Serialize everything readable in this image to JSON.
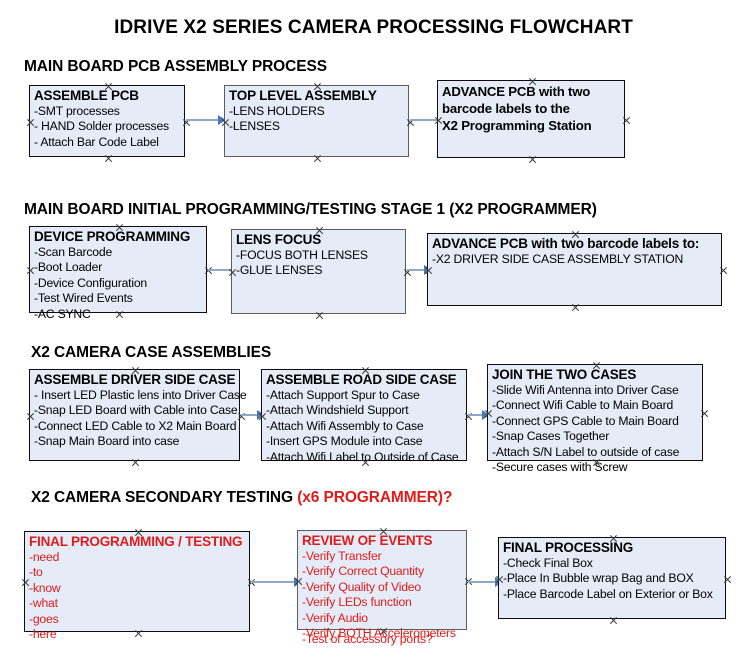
{
  "document": {
    "title": "IDRIVE X2  SERIES CAMERA PROCESSING FLOWCHART"
  },
  "sections": [
    {
      "id": "main-board-pcb-assembly",
      "heading": "MAIN BOARD PCB ASSEMBLY PROCESS",
      "heading_accent": "",
      "boxes": [
        {
          "id": "assemble-pcb",
          "title": "ASSEMBLE PCB",
          "lines": [
            "-SMT processes",
            "- HAND Solder processes",
            "- Attach Bar Code Label"
          ],
          "bold_lines": false,
          "color": "dark"
        },
        {
          "id": "top-level-assembly",
          "title": "TOP LEVEL ASSEMBLY",
          "lines": [
            "-LENS HOLDERS",
            "-LENSES"
          ],
          "bold_lines": false,
          "color": "gray"
        },
        {
          "id": "advance-pcb-programming-station",
          "title": "ADVANCE PCB with two",
          "lines": [
            "barcode labels to the",
            " X2 Programming Station"
          ],
          "bold_lines": true,
          "color": "dark"
        }
      ]
    },
    {
      "id": "main-board-initial-programming",
      "heading": "MAIN BOARD INITIAL PROGRAMMING/TESTING STAGE 1 (X2 PROGRAMMER)",
      "heading_accent": "",
      "boxes": [
        {
          "id": "device-programming",
          "title": "DEVICE PROGRAMMING",
          "lines": [
            "-Scan Barcode",
            "-Boot Loader",
            "-Device Configuration",
            "-Test Wired Events",
            "-AC SYNC"
          ],
          "bold_lines": false,
          "color": "dark"
        },
        {
          "id": "lens-focus",
          "title": "LENS FOCUS",
          "lines": [
            "-FOCUS BOTH LENSES",
            "-GLUE LENSES"
          ],
          "bold_lines": false,
          "color": "gray"
        },
        {
          "id": "advance-pcb-driver-side-station",
          "title": "ADVANCE PCB with two barcode labels to:",
          "lines": [
            "-X2 DRIVER  SIDE  CASE  ASSEMBLY STATION"
          ],
          "bold_lines": false,
          "color": "dark"
        }
      ]
    },
    {
      "id": "x2-camera-case-assemblies",
      "heading": "X2 CAMERA CASE ASSEMBLIES",
      "heading_accent": "",
      "boxes": [
        {
          "id": "assemble-driver-side-case",
          "title": "ASSEMBLE DRIVER SIDE CASE",
          "lines": [
            "- Insert LED Plastic lens into Driver Case",
            "-Snap LED Board with Cable into Case",
            "-Connect LED Cable to X2 Main Board",
            "-Snap Main Board into case"
          ],
          "bold_lines": false,
          "color": "dark"
        },
        {
          "id": "assemble-road-side-case",
          "title": "ASSEMBLE ROAD SIDE CASE",
          "lines": [
            "-Attach Support Spur to Case",
            "-Attach Windshield Support",
            "-Attach Wifi Assembly to Case",
            "-Insert GPS Module into Case",
            "-Attach Wifi Label to Outside of Case"
          ],
          "bold_lines": false,
          "color": "dark"
        },
        {
          "id": "join-the-two-cases",
          "title": "JOIN THE TWO CASES",
          "lines": [
            "-Slide Wifi Antenna into Driver Case",
            "-Connect Wifi Cable to Main Board",
            "-Connect GPS Cable to Main Board",
            "-Snap Cases Together",
            "-Attach S/N Label to outside of case",
            "-Secure cases with Screw"
          ],
          "bold_lines": false,
          "color": "dark"
        }
      ]
    },
    {
      "id": "x2-camera-secondary-testing",
      "heading": "X2 CAMERA SECONDARY TESTING ",
      "heading_accent": "(x6 PROGRAMMER)?",
      "boxes": [
        {
          "id": "final-programming-testing",
          "title": "FINAL PROGRAMMING / TESTING",
          "lines": [
            "-need",
            "-to",
            "-know",
            "-what",
            "-goes",
            "-here"
          ],
          "bold_lines": false,
          "color": "red"
        },
        {
          "id": "review-of-events",
          "title": "REVIEW OF EVENTS",
          "lines": [
            "-Verify Transfer",
            "-Verify Correct Quantity",
            "-Verify Quality of Video",
            "-Verify LEDs function",
            "-Verify Audio",
            "-Verify BOTH Accelerometers"
          ],
          "overflow_line": "-Test of accessory ports?",
          "bold_lines": false,
          "color": "red"
        },
        {
          "id": "final-processing",
          "title": "FINAL PROCESSING",
          "lines": [
            " -Check Final Box",
            "-Place In Bubble wrap Bag and BOX",
            "-Place Barcode Label on Exterior or Box"
          ],
          "bold_lines": false,
          "color": "dark"
        }
      ]
    }
  ],
  "colors": {
    "box_fill": "#e6ecf7",
    "box_border": "#0d0d0d",
    "box_border_gray": "#5c5c5c",
    "connector": "#8fa9c4",
    "arrowhead": "#4a78b5",
    "accent_red": "#e01b1b",
    "text": "#000000"
  }
}
